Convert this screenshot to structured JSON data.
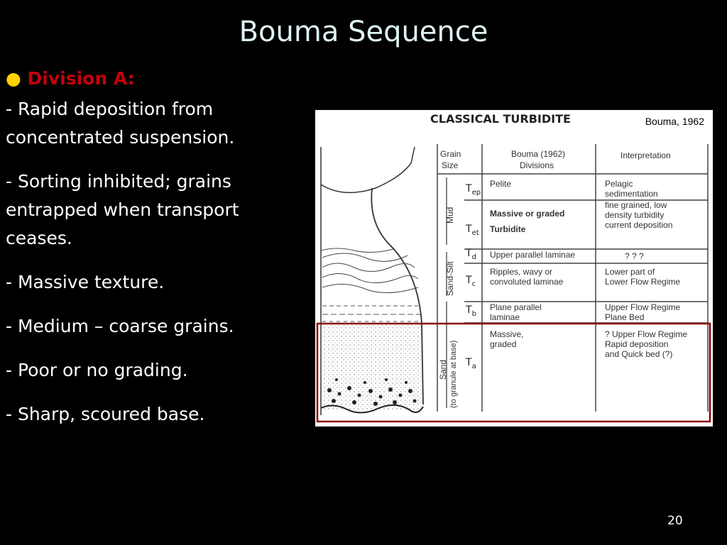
{
  "title": "Bouma Sequence",
  "bullet": {
    "dot": "●",
    "label": "Division A",
    "colon": ":"
  },
  "points": [
    "- Rapid deposition from\n  concentrated suspension.",
    "- Sorting inhibited; grains\n  entrapped when transport\n  ceases.",
    "- Massive texture.",
    "- Medium – coarse grains.",
    "- Poor or no grading.",
    "- Sharp, scoured base."
  ],
  "figure": {
    "citation": "Bouma, 1962",
    "title": "CLASSICAL TURBIDITE",
    "headers": {
      "grain_size_1": "Grain",
      "grain_size_2": "Size",
      "divisions_1": "Bouma (1962)",
      "divisions_2": "Divisions",
      "interpretation": "Interpretation"
    },
    "grain_labels": {
      "mud": "Mud",
      "sand_silt": "Sand-Silt",
      "sand": "Sand",
      "sand_note": "(to granule at base)"
    },
    "rows": [
      {
        "code": "T",
        "sub": "ep",
        "division": "Pelite",
        "interp": [
          "Pelagic",
          "sedimentation"
        ]
      },
      {
        "code": "T",
        "sub": "et",
        "division": "Massive  or  graded",
        "division2": "Turbidite",
        "interp": [
          "fine grained, low",
          "density turbidity",
          "current deposition"
        ]
      },
      {
        "code": "T",
        "sub": "d",
        "division": "Upper parallel laminae",
        "interp": [
          "?     ?     ?"
        ]
      },
      {
        "code": "T",
        "sub": "c",
        "division": "Ripples, wavy or",
        "division2": "convoluted laminae",
        "interp": [
          "Lower part of",
          "Lower Flow Regime"
        ]
      },
      {
        "code": "T",
        "sub": "b",
        "division": "Plane parallel",
        "division2": "laminae",
        "interp": [
          "Upper Flow Regime",
          "Plane Bed"
        ]
      },
      {
        "code": "T",
        "sub": "a",
        "division": "Massive,",
        "division2": "graded",
        "interp": [
          "? Upper Flow Regime",
          "Rapid deposition",
          "and Quick bed (?)"
        ]
      }
    ],
    "highlight_color": "#8b0000"
  },
  "page_number": "20"
}
